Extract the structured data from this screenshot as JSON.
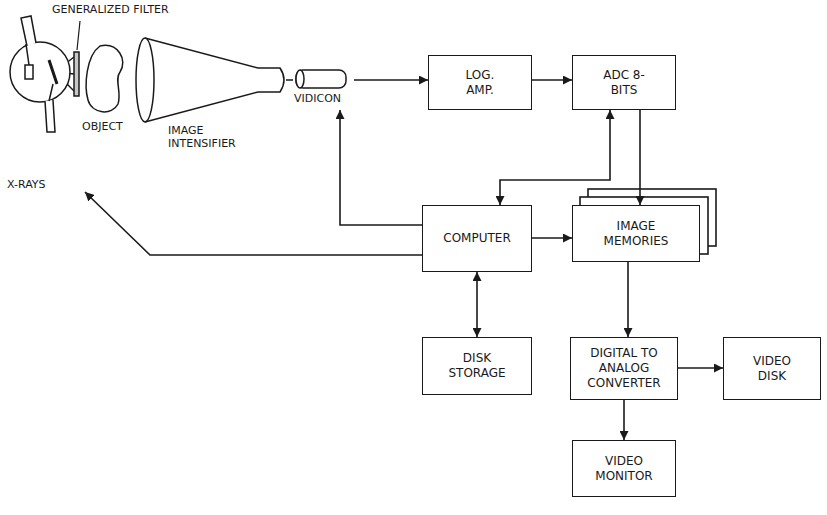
{
  "diagram": {
    "nodes": [
      {
        "text": [
          "X-RAYS"
        ]
      },
      {
        "text": [
          "VIDICON"
        ]
      },
      {
        "text": [
          "LOG. AMP."
        ]
      },
      {
        "text": [
          "ADC 8-BITS"
        ]
      },
      {
        "text": [
          "COMPUTER"
        ]
      },
      {
        "text": [
          "IMAGE MEMORIES"
        ]
      },
      {
        "text": [
          "DISK STORAGE"
        ]
      },
      {
        "text": [
          "DIGITAL TO ANALOG CONVERTER"
        ]
      },
      {
        "text": [
          "VIDEO DISK"
        ]
      },
      {
        "text": [
          "VIDEO MONITOR"
        ]
      }
    ],
    "edges": [
      {
        "from": 1,
        "to": 2,
        "arrow": "to"
      },
      {
        "from": 2,
        "to": 3,
        "arrow": "to"
      },
      {
        "from": 4,
        "to": 3,
        "arrow": "both"
      },
      {
        "from": 3,
        "to": 5,
        "arrow": "to"
      },
      {
        "from": 4,
        "to": 1,
        "arrow": "to"
      },
      {
        "from": 4,
        "to": 0,
        "arrow": "to"
      },
      {
        "from": 4,
        "to": 5,
        "arrow": "to"
      },
      {
        "from": 4,
        "to": 6,
        "arrow": "both"
      },
      {
        "from": 5,
        "to": 7,
        "arrow": "to"
      },
      {
        "from": 7,
        "to": 8,
        "arrow": "to"
      },
      {
        "from": 7,
        "to": 9,
        "arrow": "to"
      }
    ],
    "labels": [
      "GENERALIZED FILTER",
      "OBJECT",
      "IMAGE INTENSIFIER"
    ]
  }
}
